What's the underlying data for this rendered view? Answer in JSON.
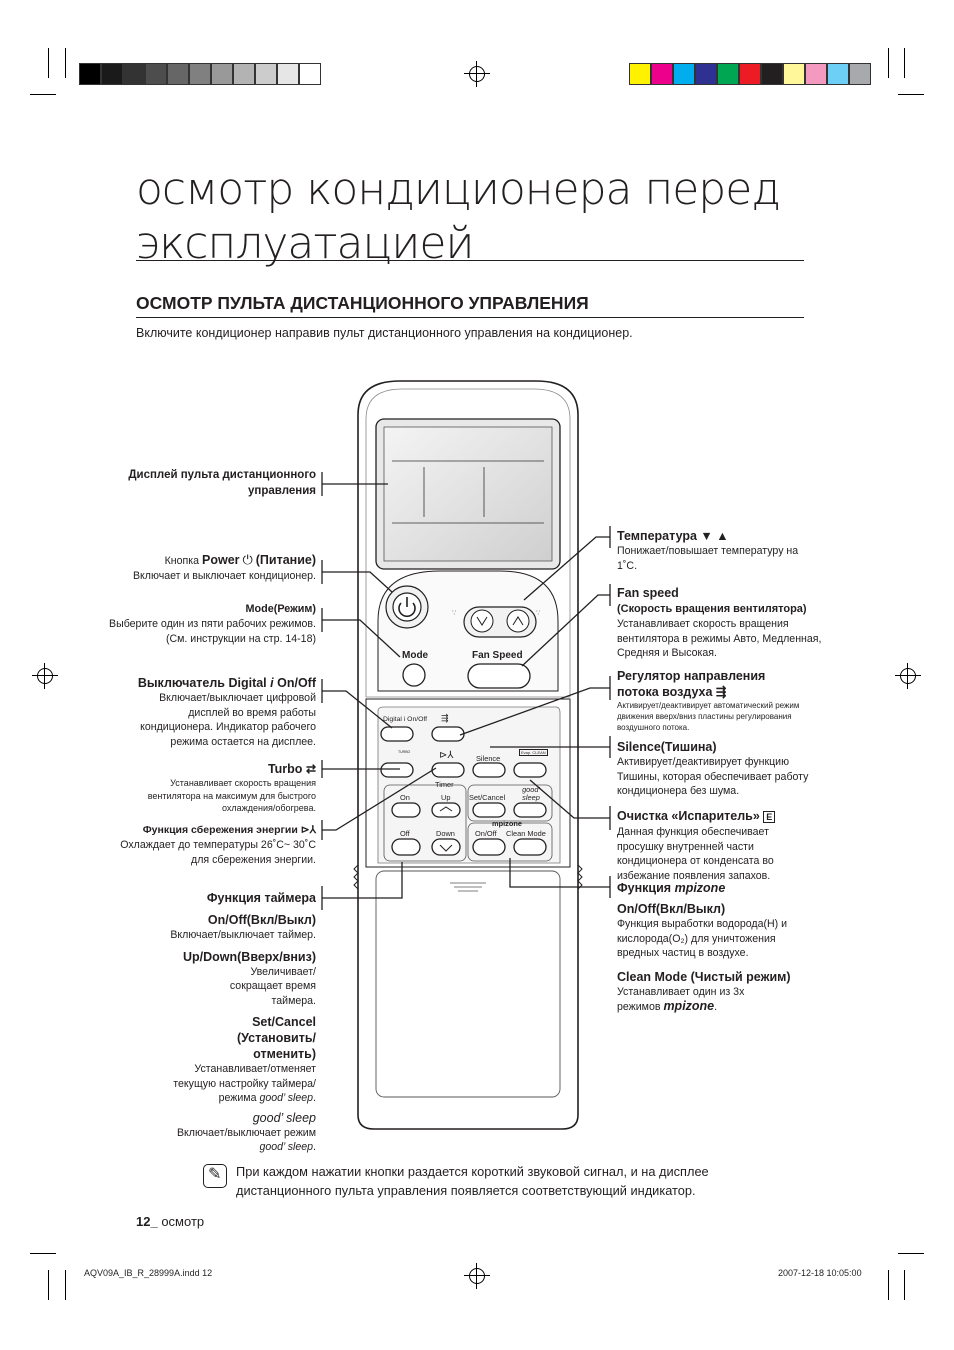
{
  "page": {
    "title": "осмотр кондиционера перед эксплуатацией",
    "section_title": "ОСМОТР ПУЛЬТА ДИСТАНЦИОННОГО УПРАВЛЕНИЯ",
    "intro": "Включите кондиционер направив пульт дистанционного управления на кондиционер."
  },
  "remote": {
    "mode": "Mode",
    "fan_speed": "Fan Speed",
    "digital": "Digital i On/Off",
    "silence": "Silence",
    "timer": "Timer",
    "on": "On",
    "up": "Up",
    "set_cancel": "Set/Cancel",
    "good_sleep": "good' sleep",
    "off": "Off",
    "down": "Down",
    "mpizone": "mpizone",
    "mpi_onoff": "On/Off",
    "clean_mode": "Clean Mode",
    "turbo": "TURBO",
    "evap": "Evap. CLEAN"
  },
  "left_labels": {
    "display_title": "Дисплей пульта дистанционного управления",
    "power_prefix": "Кнопка",
    "power_word": "Power",
    "power_suffix": "(Питание)",
    "power_desc": "Включает и выключает кондиционер.",
    "mode_title": "Mode(Режим)",
    "mode_desc": "Выберите один из пяти рабочих режимов. (См. инструкции на стр. 14-18)",
    "digital_title": "Выключатель Digital",
    "digital_title2": "On/Off",
    "digital_desc": "Включает/выключает цифровой дисплей во время работы кондиционера. Индикатор рабочего режима остается на дисплее.",
    "turbo_title": "Turbo",
    "turbo_desc": "Устанавливает скорость вращения вентилятора на максимум для быстрого охлаждения/обогрева.",
    "energy_title": "Функция сбережения энергии",
    "energy_desc": "Охлаждает до температуры 26˚C~ 30˚C для сбережения энергии.",
    "timer_title": "Функция таймера",
    "timer_onoff_title": "On/Off(Вкл/Выкл)",
    "timer_onoff_desc": "Включает/выключает таймер.",
    "timer_updown_title": "Up/Down(Вверх/вниз)",
    "timer_updown_desc": "Увеличивает/сокращает время таймера.",
    "setcancel_title": "Set/Cancel (Установить/отменить)",
    "setcancel_desc1": "Устанавливает/отменяет текущую настройку таймера/",
    "setcancel_desc2": "режима",
    "goodsleep_title": "good’ sleep",
    "goodsleep_desc": "Включает/выключает режим",
    "goodsleep_word": "good’ sleep",
    "period": "."
  },
  "right_labels": {
    "temp_title": "Температура ▼ ▲",
    "temp_desc": "Понижает/повышает температуру на 1˚C.",
    "fan_title": "Fan speed",
    "fan_subtitle": "(Скорость вращения вентилятора)",
    "fan_desc": "Устанавливает скорость вращения вентилятора в режимы Авто, Медленная, Средняя и Высокая.",
    "airflow_title": "Регулятор направления потока воздуха",
    "airflow_desc": "Активирует/деактивирует автоматический режим движения вверх/вниз пластины регулирования воздушного потока.",
    "silence_title": "Silence(Тишина)",
    "silence_desc": "Активирует/деактивирует функцию Тишины, которая обеспечивает работу кондиционера без шума.",
    "evap_title": "Очистка «Испаритель»",
    "evap_desc": "Данная функция обеспечивает просушку внутренней части кондиционера от конденсата во избежание появления запахов.",
    "mpi_title": "Функция",
    "mpi_word": "mpizone",
    "mpi_onoff_title": "On/Off(Вкл/Выкл)",
    "mpi_onoff_desc": "Функция выработки водорода(H) и кислорода(O₂) для уничтожения вредных частиц в воздухе.",
    "clean_title": "Clean Mode (Чистый режим)",
    "clean_desc1": "Устанавливает один из 3х",
    "clean_desc2": "режимов",
    "clean_word": "mpizone",
    "period": "."
  },
  "note": {
    "text": "При каждом нажатии кнопки раздается короткий звуковой сигнал, и на дисплее дистанционного пульта управления появляется соответствующий индикатор."
  },
  "footer": {
    "page_num": "12_",
    "section": "осмотр",
    "file": "AQV09A_IB_R_28999A.indd   12",
    "date": "2007-12-18   10:05:00"
  },
  "print_marks": {
    "gray_swatches": [
      "#000000",
      "#1a1a1a",
      "#333333",
      "#4d4d4d",
      "#666666",
      "#808080",
      "#999999",
      "#b3b3b3",
      "#cccccc",
      "#e6e6e6",
      "#ffffff"
    ],
    "color_swatches": [
      "#fff200",
      "#ec008c",
      "#00aeef",
      "#2e3192",
      "#00a651",
      "#ed1c24",
      "#231f20",
      "#fff799",
      "#f49ac1",
      "#6dcff6",
      "#a7a9ac"
    ]
  }
}
